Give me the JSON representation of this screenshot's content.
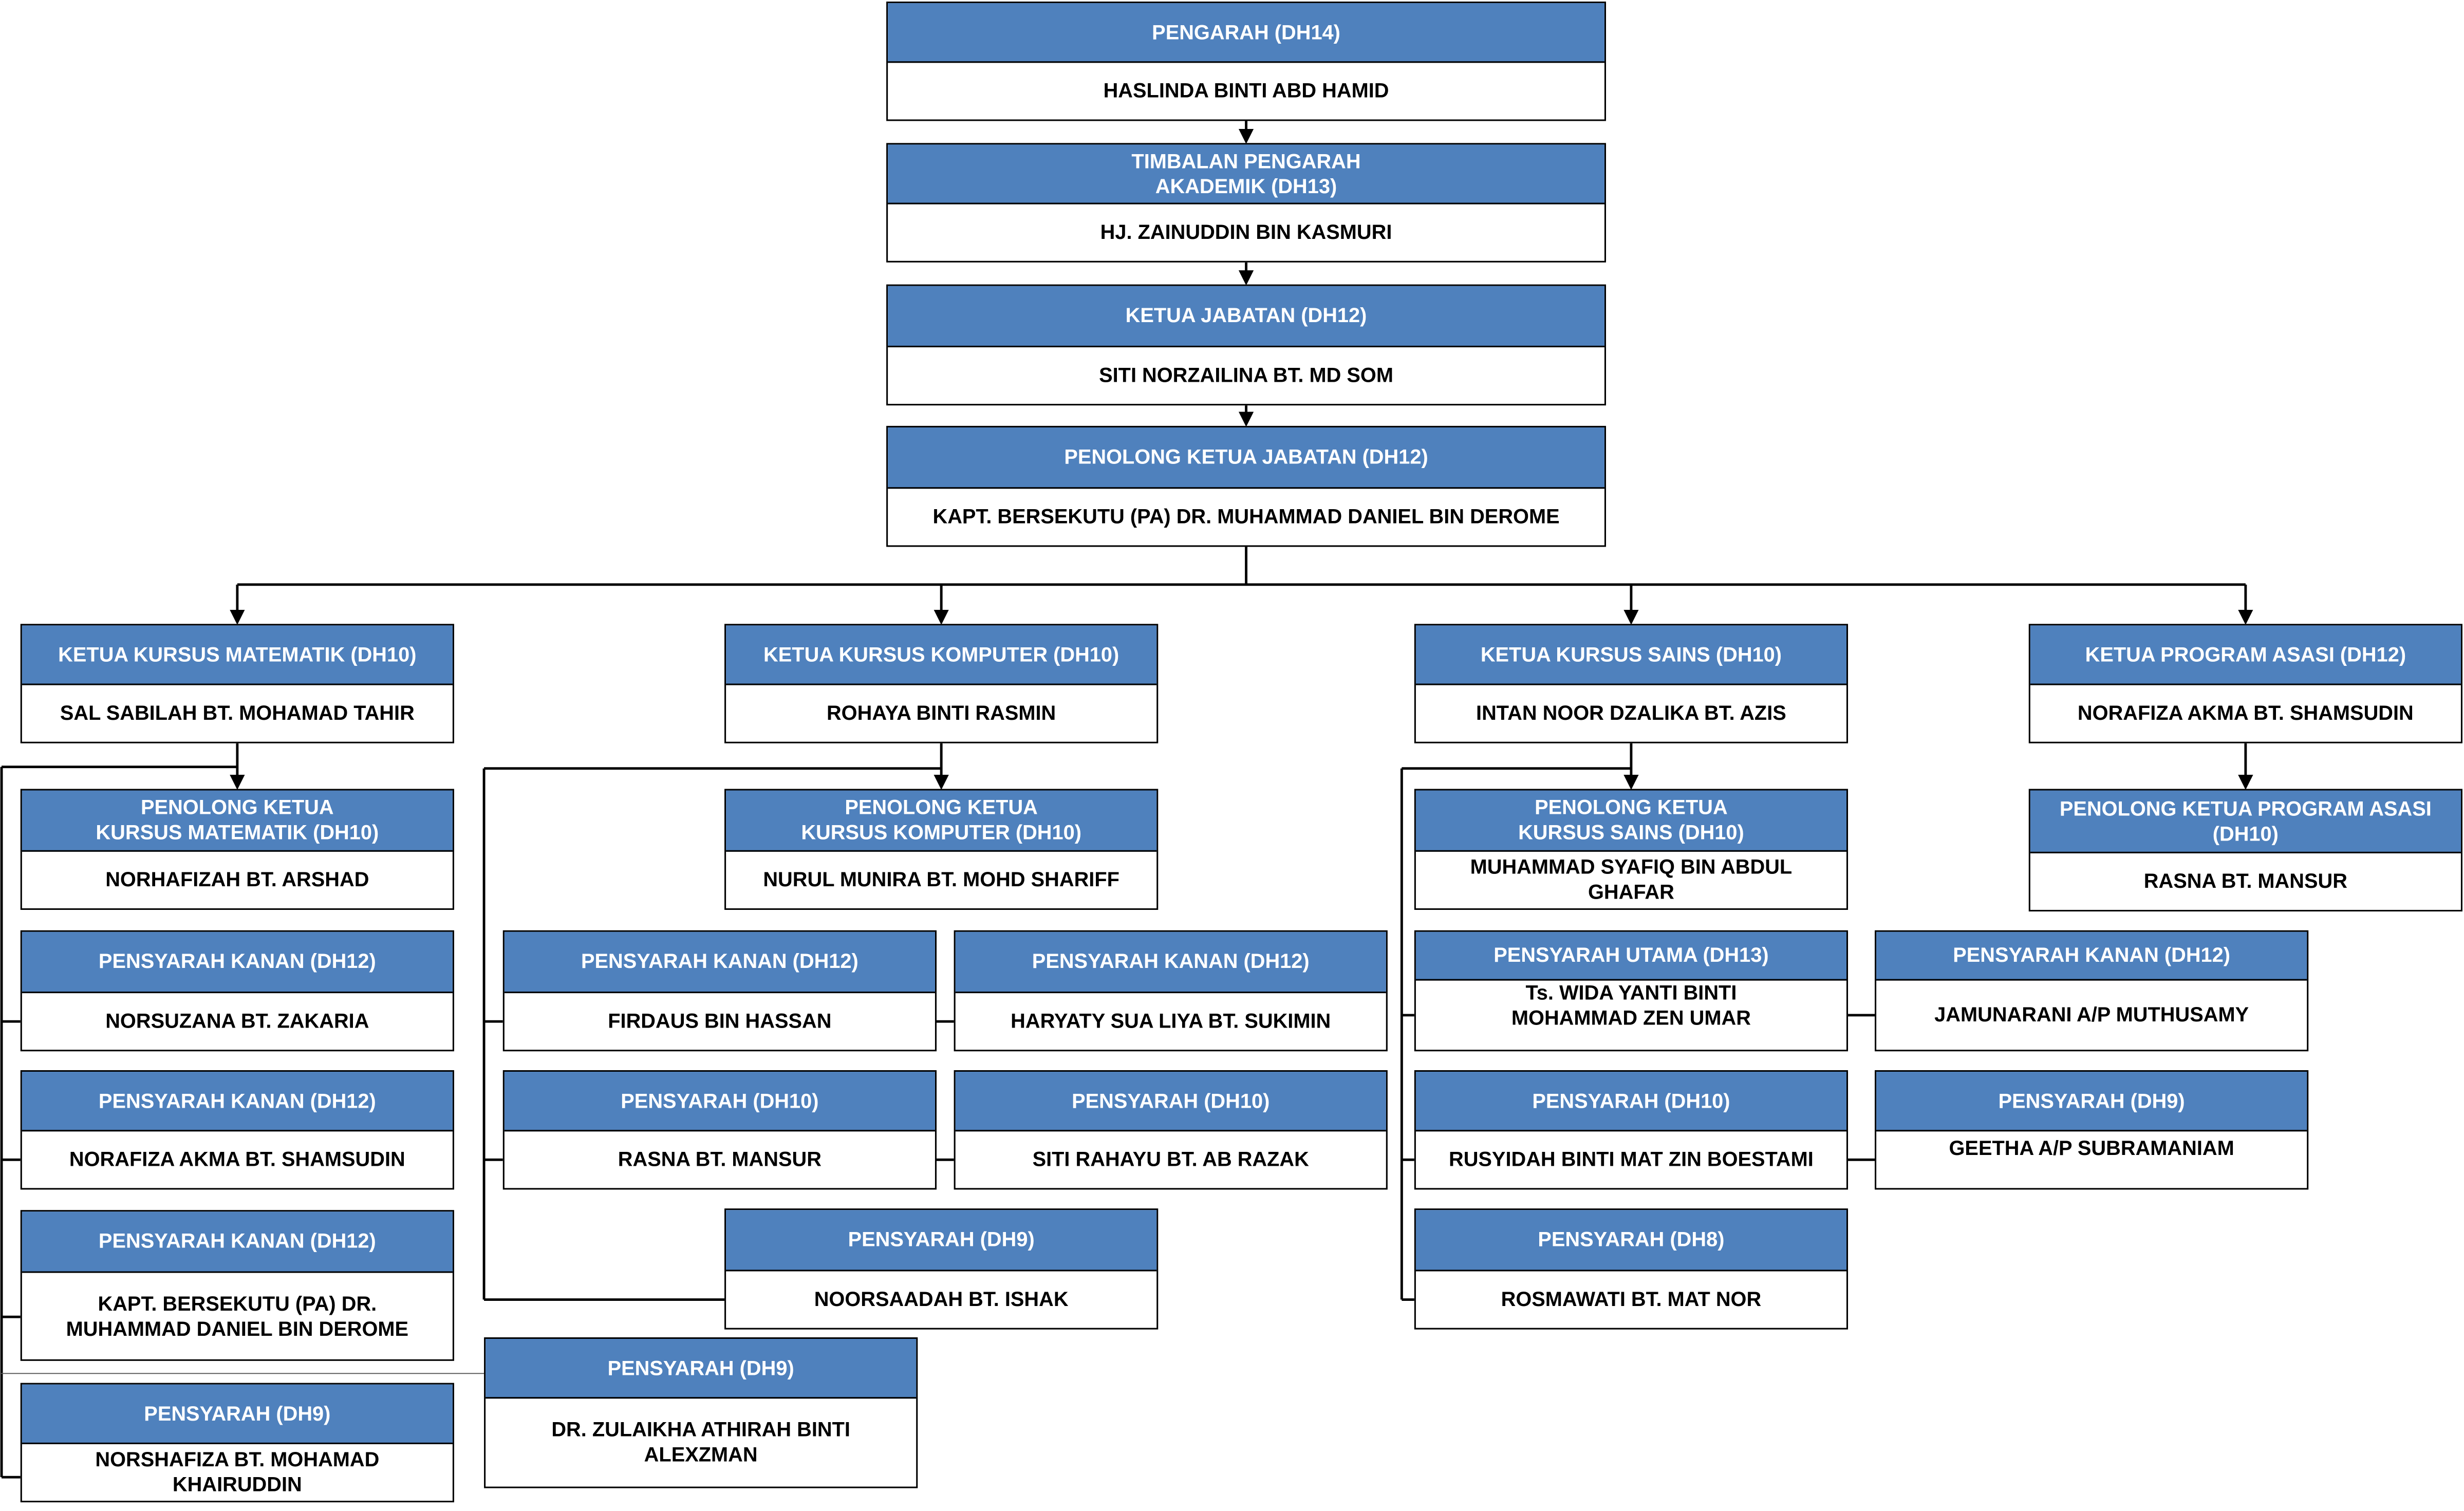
{
  "colors": {
    "header": "#4f81bd",
    "line": "#000000"
  },
  "boxes": [
    {
      "title": "PENGARAH (DH14)",
      "name": "HASLINDA BINTI ABD HAMID"
    },
    {
      "title": "TIMBALAN PENGARAH\nAKADEMIK (DH13)",
      "name": "HJ. ZAINUDDIN BIN KASMURI"
    },
    {
      "title": "KETUA JABATAN (DH12)",
      "name": "SITI NORZAILINA BT. MD SOM"
    },
    {
      "title": "PENOLONG KETUA JABATAN (DH12)",
      "name": "KAPT. BERSEKUTU (PA) DR. MUHAMMAD DANIEL BIN DEROME"
    },
    {
      "title": "KETUA KURSUS MATEMATIK (DH10)",
      "name": "SAL SABILAH BT. MOHAMAD TAHIR"
    },
    {
      "title": "KETUA KURSUS KOMPUTER (DH10)",
      "name": "ROHAYA BINTI RASMIN"
    },
    {
      "title": "KETUA KURSUS SAINS (DH10)",
      "name": "INTAN NOOR DZALIKA BT. AZIS"
    },
    {
      "title": "KETUA PROGRAM ASASI (DH12)",
      "name": "NORAFIZA AKMA BT. SHAMSUDIN"
    },
    {
      "title": "PENOLONG KETUA\nKURSUS MATEMATIK (DH10)",
      "name": "NORHAFIZAH BT. ARSHAD"
    },
    {
      "title": "PENOLONG KETUA\nKURSUS KOMPUTER (DH10)",
      "name": "NURUL MUNIRA BT. MOHD SHARIFF"
    },
    {
      "title": "PENOLONG KETUA\nKURSUS SAINS (DH10)",
      "name": "MUHAMMAD SYAFIQ BIN ABDUL\nGHAFAR"
    },
    {
      "title": "PENOLONG KETUA PROGRAM ASASI\n(DH10)",
      "name": "RASNA BT. MANSUR"
    },
    {
      "title": "PENSYARAH KANAN (DH12)",
      "name": "NORSUZANA BT. ZAKARIA"
    },
    {
      "title": "PENSYARAH KANAN (DH12)",
      "name": "NORAFIZA AKMA BT. SHAMSUDIN"
    },
    {
      "title": "PENSYARAH KANAN (DH12)",
      "name": "KAPT. BERSEKUTU (PA) DR.\nMUHAMMAD DANIEL BIN DEROME"
    },
    {
      "title": "PENSYARAH (DH9)",
      "name": "NORSHAFIZA BT. MOHAMAD\nKHAIRUDDIN"
    },
    {
      "title": "PENSYARAH KANAN (DH12)",
      "name": "FIRDAUS BIN HASSAN"
    },
    {
      "title": "PENSYARAH KANAN (DH12)",
      "name": "HARYATY SUA LIYA BT. SUKIMIN"
    },
    {
      "title": "PENSYARAH (DH10)",
      "name": "RASNA BT. MANSUR"
    },
    {
      "title": "PENSYARAH (DH10)",
      "name": "SITI RAHAYU BT. AB RAZAK"
    },
    {
      "title": "PENSYARAH (DH9)",
      "name": "NOORSAADAH BT. ISHAK"
    },
    {
      "title": "PENSYARAH (DH9)",
      "name": "DR. ZULAIKHA ATHIRAH BINTI\nALEXZMAN"
    },
    {
      "title": "PENSYARAH UTAMA (DH13)",
      "name": "Ts. WIDA YANTI BINTI\nMOHAMMAD ZEN UMAR"
    },
    {
      "title": "PENSYARAH KANAN (DH12)",
      "name": "JAMUNARANI A/P MUTHUSAMY"
    },
    {
      "title": "PENSYARAH (DH10)",
      "name": "RUSYIDAH BINTI MAT ZIN BOESTAMI"
    },
    {
      "title": "PENSYARAH (DH9)",
      "name": "GEETHA A/P SUBRAMANIAM"
    },
    {
      "title": "PENSYARAH (DH8)",
      "name": "ROSMAWATI BT. MAT NOR"
    }
  ]
}
